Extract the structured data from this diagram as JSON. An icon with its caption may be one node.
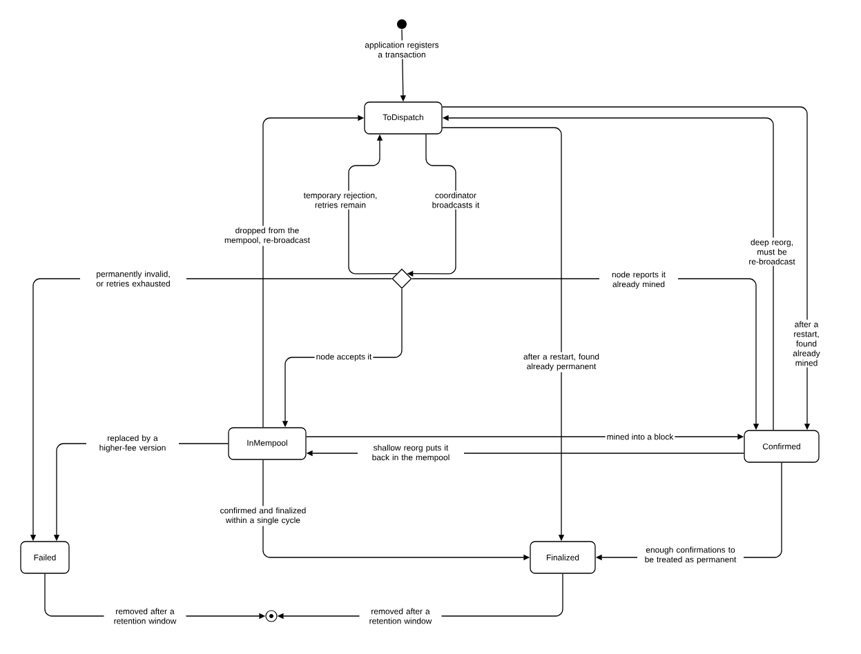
{
  "diagram": {
    "nodes": [
      {
        "text": [],
        "shape": "dot"
      },
      {
        "text": [
          "ToDispatch"
        ]
      },
      {
        "text": [],
        "shape": "diamond"
      },
      {
        "text": [
          "InMempool"
        ]
      },
      {
        "text": [
          "Confirmed"
        ]
      },
      {
        "text": [
          "Failed"
        ]
      },
      {
        "text": [
          "Finalized"
        ]
      },
      {
        "text": [],
        "shape": "bullseye"
      }
    ],
    "edges": [
      {
        "from": 0,
        "to": 1,
        "arrow": "to",
        "label": "application registers a transaction"
      },
      {
        "from": 1,
        "to": 2,
        "arrow": "to",
        "label": "coordinator broadcasts it"
      },
      {
        "from": 2,
        "to": 1,
        "arrow": "to",
        "label": "temporary rejection, retries remain"
      },
      {
        "from": 2,
        "to": 5,
        "arrow": "to",
        "label": "permanently invalid, or retries exhausted"
      },
      {
        "from": 2,
        "to": 4,
        "arrow": "to",
        "label": "node reports it already mined"
      },
      {
        "from": 2,
        "to": 3,
        "arrow": "to",
        "label": "node accepts it"
      },
      {
        "from": 3,
        "to": 1,
        "arrow": "to",
        "label": "dropped from the mempool, re-broadcast"
      },
      {
        "from": 3,
        "to": 4,
        "arrow": "to",
        "label": "mined into a block"
      },
      {
        "from": 4,
        "to": 3,
        "arrow": "to",
        "label": "shallow reorg puts it back in the mempool"
      },
      {
        "from": 3,
        "to": 5,
        "arrow": "to",
        "label": "replaced by a higher-fee version"
      },
      {
        "from": 3,
        "to": 6,
        "arrow": "to",
        "label": "confirmed and finalized within a single cycle"
      },
      {
        "from": 4,
        "to": 6,
        "arrow": "to",
        "label": "enough confirmations to be treated as permanent"
      },
      {
        "from": 1,
        "to": 6,
        "arrow": "to",
        "label": "after a restart, found already permanent"
      },
      {
        "from": 4,
        "to": 1,
        "arrow": "to",
        "label": "deep reorg, must be re-broadcast"
      },
      {
        "from": 1,
        "to": 4,
        "arrow": "to",
        "label": "after a restart, found already mined"
      },
      {
        "from": 5,
        "to": 7,
        "arrow": "to",
        "label": "removed after a retention window"
      },
      {
        "from": 6,
        "to": 7,
        "arrow": "to",
        "label": "removed after a retention window"
      }
    ]
  }
}
